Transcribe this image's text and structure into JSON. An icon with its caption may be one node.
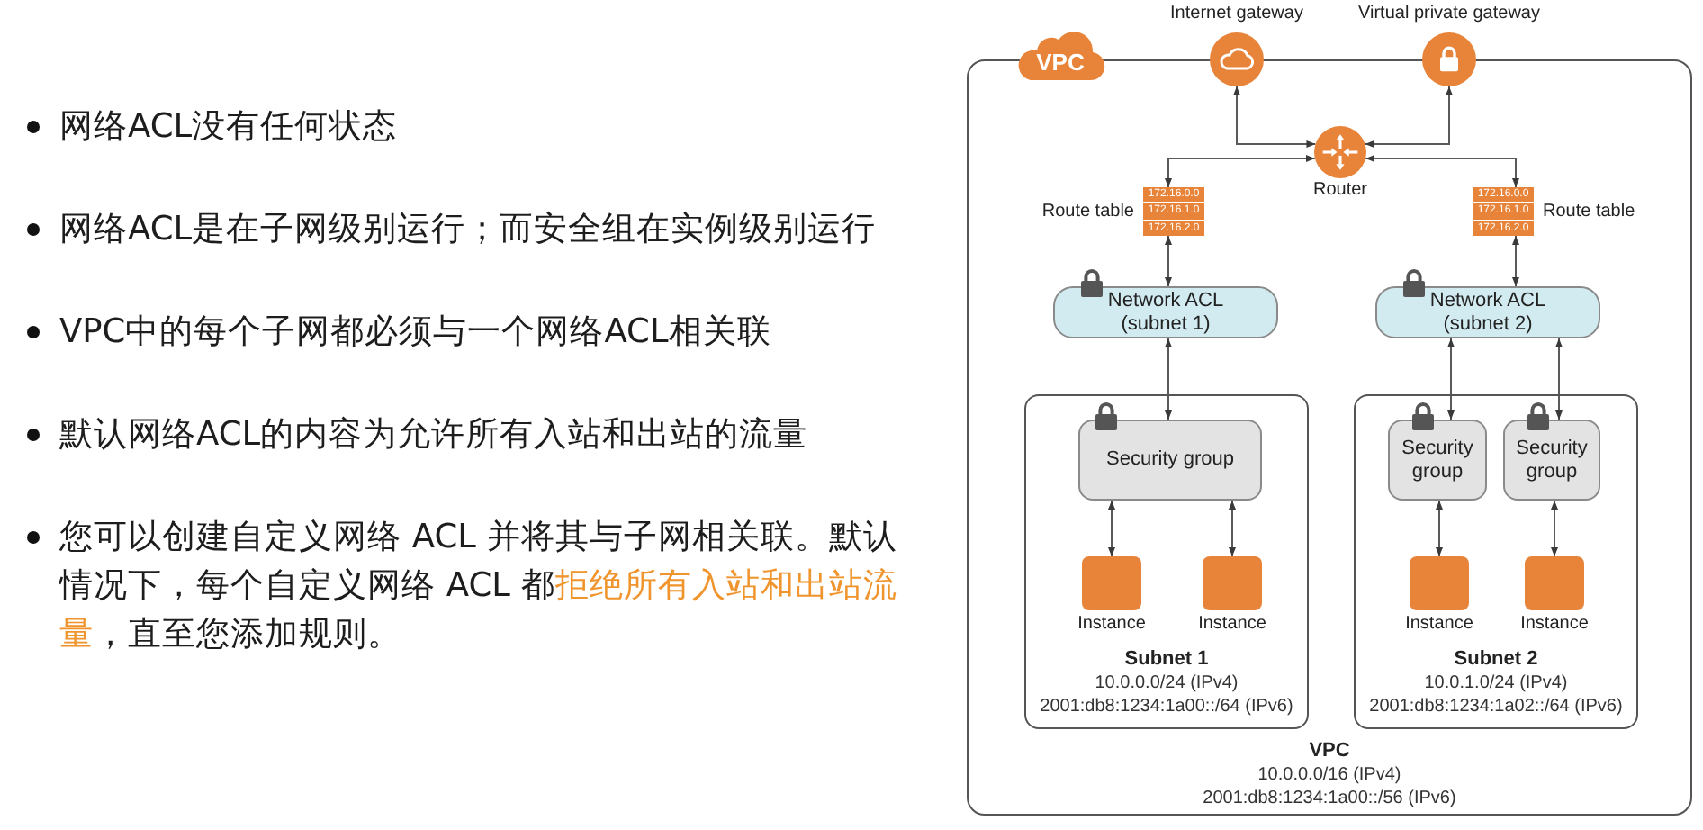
{
  "diagram": {
    "nodes": [
      {
        "text": [
          "VPC",
          "10.0.0.0/16 (IPv4)",
          "2001:db8:1234:1a00::/56 (IPv6)"
        ]
      },
      {
        "text": [
          "VPC"
        ]
      },
      {
        "text": [
          "Internet gateway"
        ]
      },
      {
        "text": [
          "Virtual private gateway"
        ]
      },
      {
        "text": [
          "Router"
        ],
        "in": 0
      },
      {
        "text": [
          "172.16.0.0",
          "172.16.1.0",
          "172.16.2.0"
        ],
        "beside": [
          "Route table"
        ],
        "in": 0
      },
      {
        "text": [
          "172.16.0.0",
          "172.16.1.0",
          "172.16.2.0"
        ],
        "beside": [
          "Route table"
        ],
        "in": 0
      },
      {
        "text": [
          "Network ACL (subnet 1)"
        ],
        "in": 0
      },
      {
        "text": [
          "Network ACL (subnet 2)"
        ],
        "in": 0
      },
      {
        "text": [
          "Subnet 1",
          "10.0.0.0/24 (IPv4)",
          "2001:db8:1234:1a00::/64 (IPv6)"
        ],
        "in": 0
      },
      {
        "text": [
          "Security group"
        ],
        "in": 9
      },
      {
        "text": [
          "Instance"
        ],
        "in": 9
      },
      {
        "text": [
          "Instance"
        ],
        "in": 9
      },
      {
        "text": [
          "Subnet 2",
          "10.0.1.0/24 (IPv4)",
          "2001:db8:1234:1a02::/64 (IPv6)"
        ],
        "in": 0
      },
      {
        "text": [
          "Security group"
        ],
        "in": 13
      },
      {
        "text": [
          "Security group"
        ],
        "in": 13
      },
      {
        "text": [
          "Instance"
        ],
        "in": 13
      },
      {
        "text": [
          "Instance"
        ],
        "in": 13
      }
    ],
    "edges": [
      {
        "from": 2,
        "to": 4,
        "arrow": "both"
      },
      {
        "from": 3,
        "to": 4,
        "arrow": "both"
      },
      {
        "from": 4,
        "to": 5,
        "arrow": "both"
      },
      {
        "from": 4,
        "to": 6,
        "arrow": "both"
      },
      {
        "from": 5,
        "to": 7,
        "arrow": "both"
      },
      {
        "from": 6,
        "to": 8,
        "arrow": "both"
      },
      {
        "from": 7,
        "to": 10,
        "arrow": "both"
      },
      {
        "from": 8,
        "to": 14,
        "arrow": "both"
      },
      {
        "from": 8,
        "to": 15,
        "arrow": "both"
      },
      {
        "from": 10,
        "to": 11,
        "arrow": "both"
      },
      {
        "from": 10,
        "to": 12,
        "arrow": "both"
      },
      {
        "from": 14,
        "to": 16,
        "arrow": "both"
      },
      {
        "from": 15,
        "to": 17,
        "arrow": "both"
      }
    ],
    "labels": [
      "网络ACL没有任何状态",
      "网络ACL是在子网级别运行；而安全组在实例级别运行",
      "VPC中的每个子网都必须与一个网络ACL相关联",
      "默认网络ACL的内容为允许所有入站和出站的流量",
      "您可以创建自定义网络 ACL 并将其与子网相关联。默认情况下，每个自定义网络 ACL 都**拒绝所有入站和出站流量**，直至您添加规则。"
    ]
  }
}
